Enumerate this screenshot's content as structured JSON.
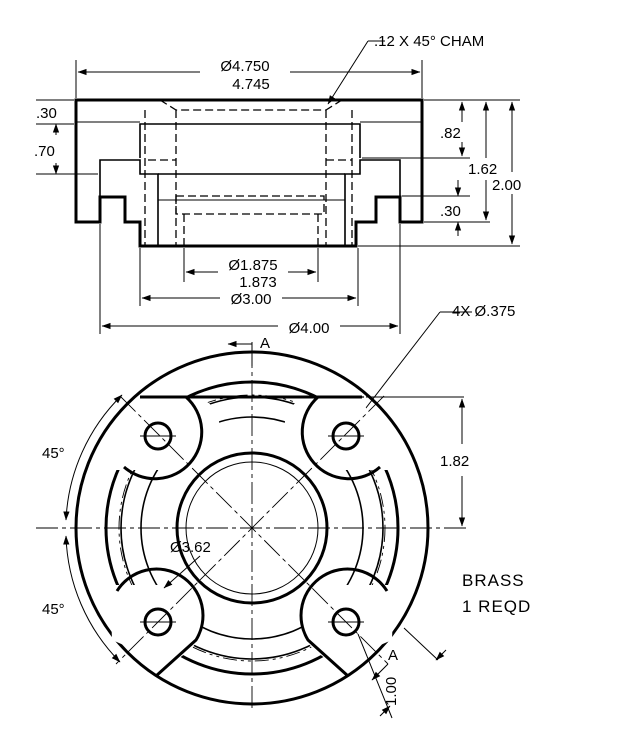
{
  "labels": {
    "chamfer": ".12 X 45° CHAM",
    "outer_dia_upper": "Ø4.750",
    "outer_dia_lower": "4.745",
    "dim_030_top": ".30",
    "dim_070": ".70",
    "dim_082": ".82",
    "dim_162": "1.62",
    "dim_200": "2.00",
    "dim_030_bottom": ".30",
    "bore_dia_upper": "Ø1.875",
    "bore_dia_lower": "1.873",
    "dia_300": "Ø3.00",
    "dia_400": "Ø4.00",
    "holes": "4X Ø.375",
    "section_top": "A",
    "section_bottom": "A",
    "angle_top": "45°",
    "angle_bottom": "45°",
    "dim_182": "1.82",
    "bolt_circle": "Ø3.62",
    "dim_100": "1.00",
    "material": "BRASS",
    "quantity": "1 REQD"
  }
}
